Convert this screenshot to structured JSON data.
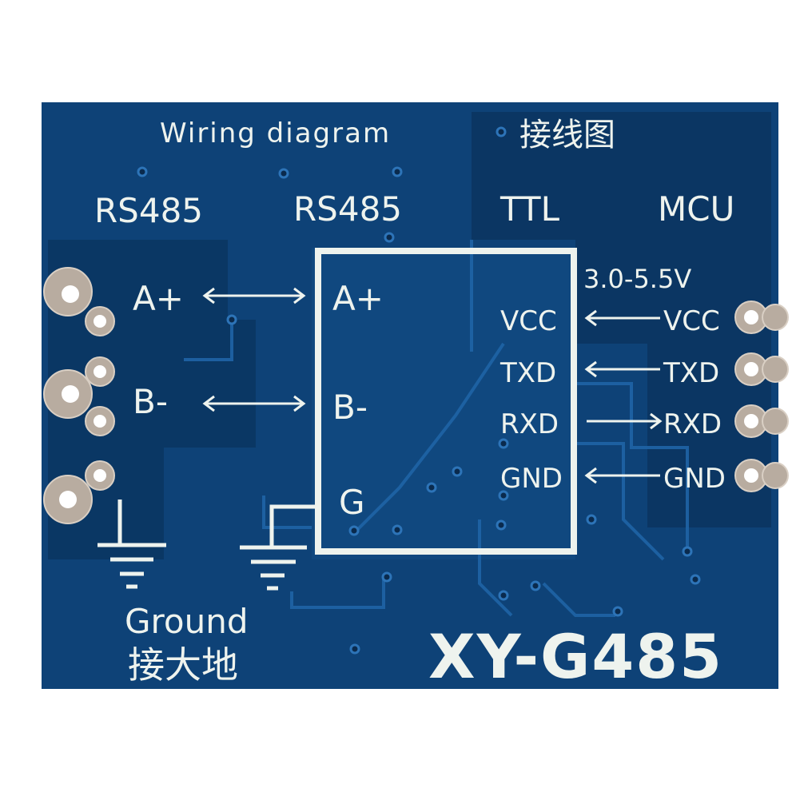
{
  "board": {
    "title_en": "Wiring diagram",
    "title_cn": "接线图",
    "model": "XY-G485",
    "colors": {
      "pcb": "#0e4277",
      "pcb_dark": "#0a345f",
      "pcb_trace": "#1a5a97",
      "silkscreen": "#eef3ee",
      "pad_metal": "#b8aca0"
    }
  },
  "headers": {
    "rs485_left": "RS485",
    "rs485_mid": "RS485",
    "ttl": "TTL",
    "mcu": "MCU"
  },
  "voltage": "3.0-5.5V",
  "left_pins": {
    "a": "A+",
    "b": "B-"
  },
  "chip_pins_left": {
    "a": "A+",
    "b": "B-",
    "g": "G"
  },
  "chip_pins_right": {
    "vcc": "VCC",
    "txd": "TXD",
    "rxd": "RXD",
    "gnd": "GND"
  },
  "mcu_pins": {
    "vcc": "VCC",
    "txd": "TXD",
    "rxd": "RXD",
    "gnd": "GND"
  },
  "ground": {
    "en": "Ground",
    "cn": "接大地"
  }
}
